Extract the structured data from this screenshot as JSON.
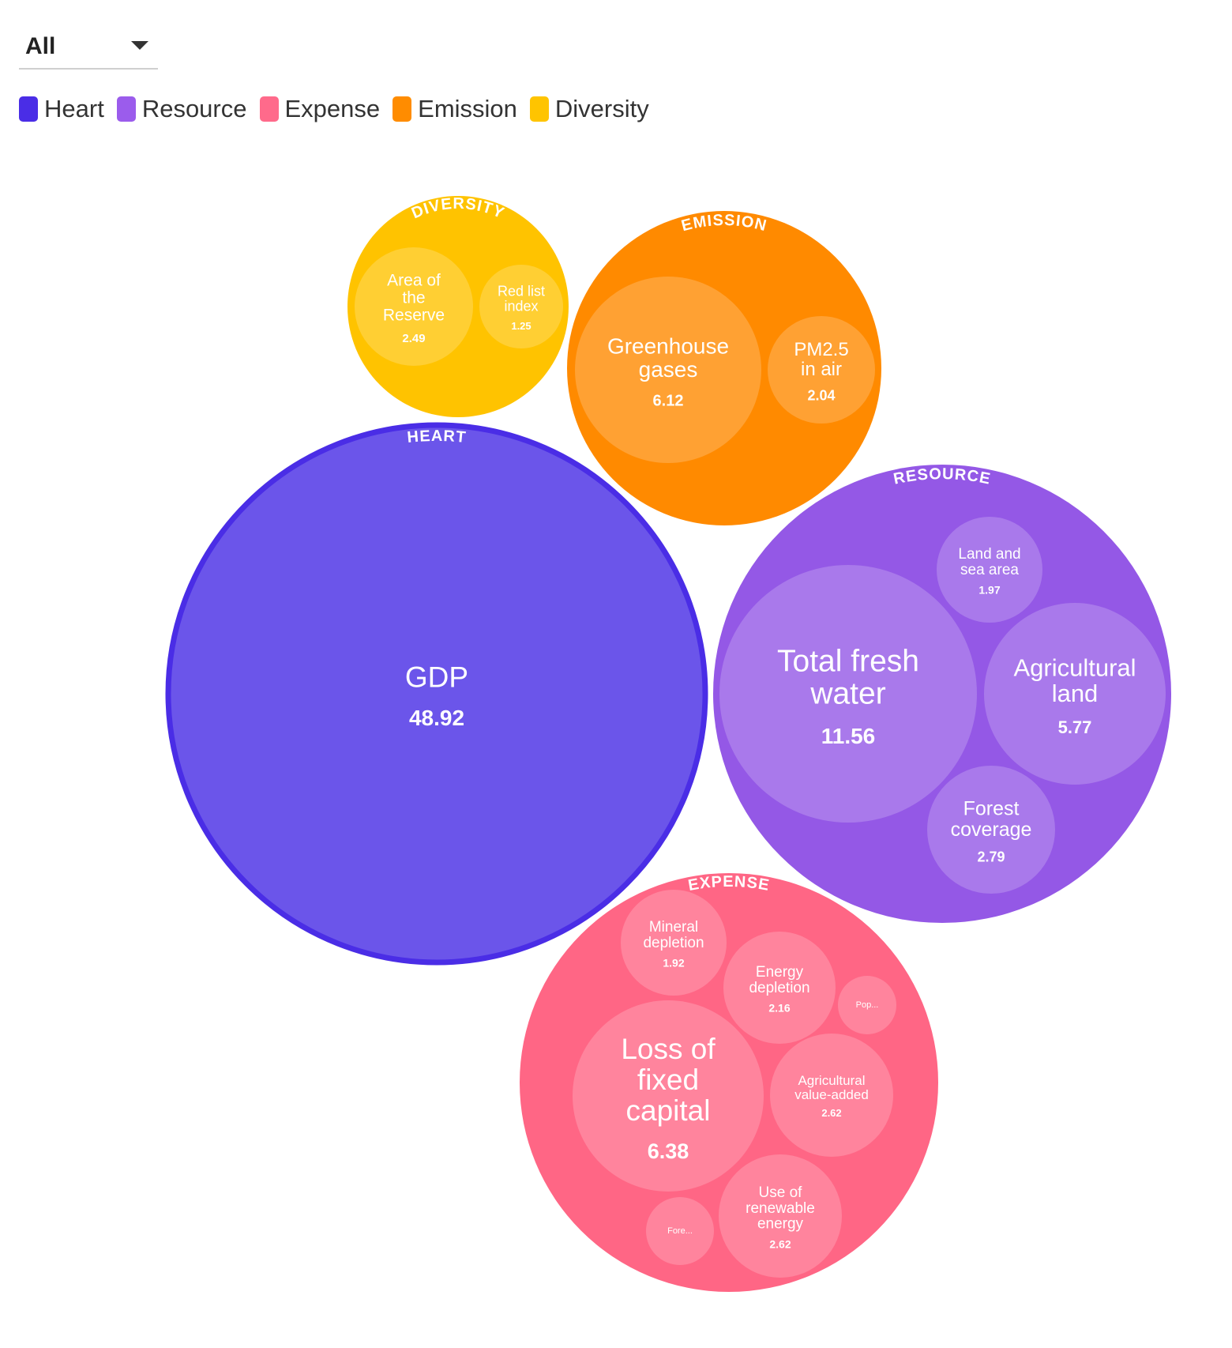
{
  "filter": {
    "selected": "All"
  },
  "legend": [
    {
      "label": "Heart",
      "color": "#4a2de6"
    },
    {
      "label": "Resource",
      "color": "#9b5cec"
    },
    {
      "label": "Expense",
      "color": "#ff6a8b"
    },
    {
      "label": "Emission",
      "color": "#ff8c00"
    },
    {
      "label": "Diversity",
      "color": "#ffc400"
    }
  ],
  "chart_data": {
    "type": "bubble",
    "title": "",
    "groups": [
      {
        "name": "HEART",
        "legend": "Heart",
        "color": "#6b55ea",
        "stroke": "#4a2de6",
        "items": [
          {
            "label": [
              "GDP"
            ],
            "value": "48.92"
          }
        ]
      },
      {
        "name": "RESOURCE",
        "legend": "Resource",
        "color": "#9458e6",
        "items": [
          {
            "label": [
              "Total fresh",
              "water"
            ],
            "value": "11.56"
          },
          {
            "label": [
              "Agricultural",
              "land"
            ],
            "value": "5.77"
          },
          {
            "label": [
              "Forest",
              "coverage"
            ],
            "value": "2.79"
          },
          {
            "label": [
              "Land and",
              "sea area"
            ],
            "value": "1.97"
          }
        ]
      },
      {
        "name": "EMISSION",
        "legend": "Emission",
        "color": "#ff8a00",
        "items": [
          {
            "label": [
              "Greenhouse",
              "gases"
            ],
            "value": "6.12"
          },
          {
            "label": [
              "PM2.5",
              "in air"
            ],
            "value": "2.04"
          }
        ]
      },
      {
        "name": "DIVERSITY",
        "legend": "Diversity",
        "color": "#ffc300",
        "items": [
          {
            "label": [
              "Area of",
              "the",
              "Reserve"
            ],
            "value": "2.49"
          },
          {
            "label": [
              "Red list",
              "index"
            ],
            "value": "1.25"
          }
        ]
      },
      {
        "name": "EXPENSE",
        "legend": "Expense",
        "color": "#ff6685",
        "items": [
          {
            "label": [
              "Loss of",
              "fixed",
              "capital"
            ],
            "value": "6.38"
          },
          {
            "label": [
              "Agricultural",
              "value-added"
            ],
            "value": "2.62"
          },
          {
            "label": [
              "Use of",
              "renewable",
              "energy"
            ],
            "value": "2.62"
          },
          {
            "label": [
              "Energy",
              "depletion"
            ],
            "value": "2.16"
          },
          {
            "label": [
              "Mineral",
              "depletion"
            ],
            "value": "1.92"
          },
          {
            "label": [
              "Pop..."
            ],
            "value": ""
          },
          {
            "label": [
              "Fore..."
            ],
            "value": ""
          }
        ]
      }
    ]
  }
}
